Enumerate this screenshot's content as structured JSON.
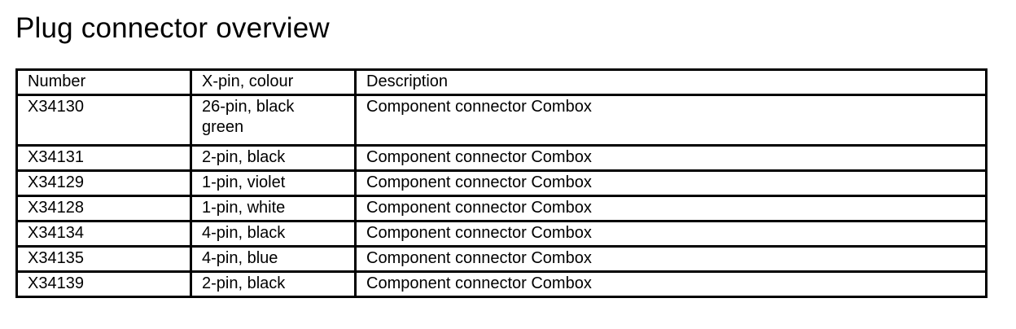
{
  "page": {
    "title": "Plug connector overview"
  },
  "table": {
    "headers": {
      "number": "Number",
      "xpin_colour": "X-pin, colour",
      "description": "Description"
    },
    "rows": [
      {
        "number": "X34130",
        "xpin_colour": "26-pin, black\ngreen",
        "description": "Component connector Combox"
      },
      {
        "number": "X34131",
        "xpin_colour": "2-pin, black",
        "description": "Component connector Combox"
      },
      {
        "number": "X34129",
        "xpin_colour": "1-pin, violet",
        "description": "Component connector Combox"
      },
      {
        "number": "X34128",
        "xpin_colour": "1-pin, white",
        "description": "Component connector Combox"
      },
      {
        "number": "X34134",
        "xpin_colour": "4-pin, black",
        "description": "Component connector Combox"
      },
      {
        "number": "X34135",
        "xpin_colour": "4-pin, blue",
        "description": "Component connector Combox"
      },
      {
        "number": "X34139",
        "xpin_colour": "2-pin, black",
        "description": "Component connector Combox"
      }
    ]
  },
  "colors": {
    "text": "#000000",
    "background": "#ffffff",
    "border": "#000000"
  }
}
